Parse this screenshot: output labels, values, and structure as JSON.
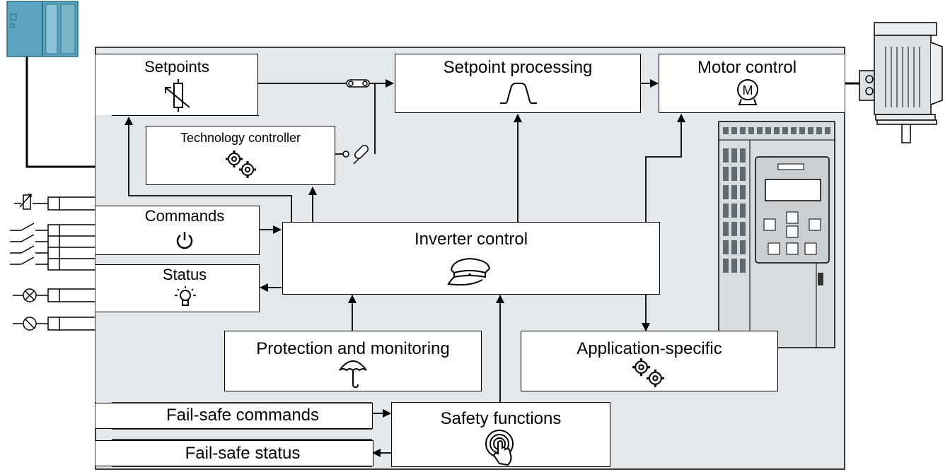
{
  "blocks": {
    "setpoints": "Setpoints",
    "technology_controller": "Technology controller",
    "commands": "Commands",
    "status": "Status",
    "setpoint_processing": "Setpoint processing",
    "motor_control": "Motor control",
    "inverter_control": "Inverter control",
    "protection_monitoring": "Protection and monitoring",
    "application_specific": "Application-specific",
    "safety_functions": "Safety functions",
    "failsafe_commands": "Fail-safe commands",
    "failsafe_status": "Fail-safe status"
  },
  "icons": {
    "setpoints": "potentiometer-icon",
    "technology_controller": "gears-icon",
    "commands": "power-icon",
    "status": "lamp-icon",
    "setpoint_processing": "ramp-profile-icon",
    "motor_control": "motor-icon",
    "inverter_control": "captain-hat-icon",
    "protection_monitoring": "umbrella-icon",
    "application_specific": "gears-icon",
    "safety_functions": "push-button-icon"
  },
  "colors": {
    "panel_fill": "#e3e8ec",
    "plc_fill": "#5aa4bf",
    "device_fill": "#d7dcdf",
    "line": "#000000"
  }
}
